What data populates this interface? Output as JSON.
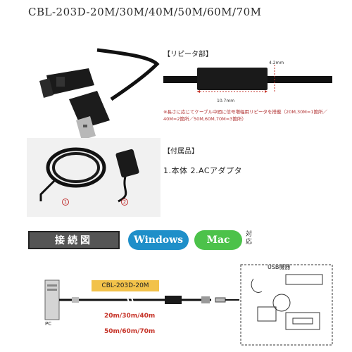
{
  "header": {
    "model_title": "CBL-203D-20M/30M/40M/50M/60M/70M"
  },
  "repeater": {
    "heading": "【リピータ部】",
    "dim_height": "4.2mm",
    "dim_length": "10.7mm",
    "note": "※長さに応じてケーブル中間に信号増幅用リピータを搭載（20M,30M=1箇所／40M=2箇所／50M,60M,70M=3箇所）"
  },
  "accessories": {
    "heading": "【付属品】",
    "items_text": "1.本体 2.ACアダプタ",
    "markers": [
      "1",
      "2"
    ]
  },
  "connection": {
    "banner": "接続図",
    "os": [
      "Windows",
      "Mac"
    ],
    "compat": "対応",
    "pc_label": "PC",
    "model_badge": "CBL-203D-20M",
    "lengths_row1": "20m/30m/40m",
    "lengths_row2": "50m/60m/70m",
    "usb_device_label": "USB機器"
  },
  "colors": {
    "windows": "#1e8fc9",
    "mac": "#4cc24a",
    "badge": "#f2c24a",
    "accent_red": "#c63328"
  }
}
